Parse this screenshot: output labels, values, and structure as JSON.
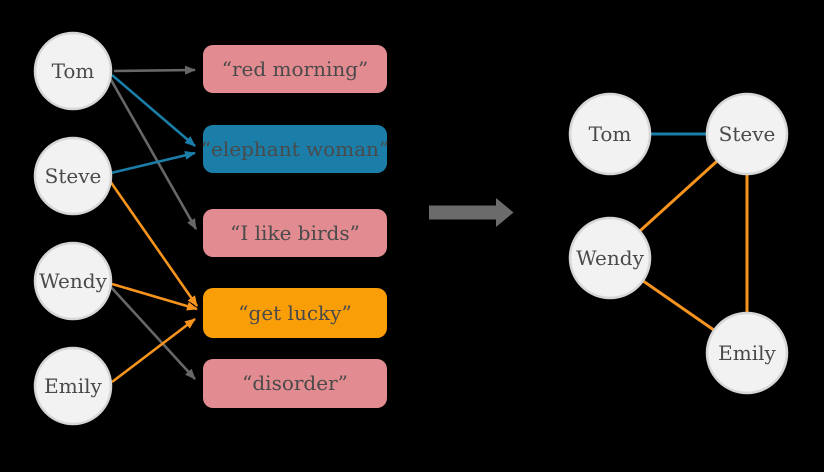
{
  "background": "#000000",
  "colors": {
    "pink": "#E28B90",
    "blue": "#1B7EA8",
    "orange": "#F99E07",
    "edge_gray": "#676767",
    "edge_blue": "#1B7EA8",
    "edge_orange": "#F7941E",
    "big_arrow": "#6B6B6B",
    "node_fill": "#F2F2F2",
    "node_stroke": "#D6D6D6",
    "text": "#4A4A4A"
  },
  "left_graph": {
    "people": [
      {
        "label": "Tom"
      },
      {
        "label": "Steve"
      },
      {
        "label": "Wendy"
      },
      {
        "label": "Emily"
      }
    ],
    "songs": [
      {
        "label": "“red morning”",
        "highlight": "none"
      },
      {
        "label": "“elephant woman”",
        "highlight": "shared-by-two"
      },
      {
        "label": "“I like birds”",
        "highlight": "none"
      },
      {
        "label": "“get lucky”",
        "highlight": "shared-by-three"
      },
      {
        "label": "“disorder”",
        "highlight": "none"
      }
    ],
    "likes": [
      {
        "person": "Tom",
        "song": "“red morning”",
        "edge_color": "gray"
      },
      {
        "person": "Tom",
        "song": "“elephant woman”",
        "edge_color": "blue"
      },
      {
        "person": "Tom",
        "song": "“I like birds”",
        "edge_color": "gray"
      },
      {
        "person": "Steve",
        "song": "“elephant woman”",
        "edge_color": "blue"
      },
      {
        "person": "Steve",
        "song": "“get lucky”",
        "edge_color": "orange"
      },
      {
        "person": "Wendy",
        "song": "“get lucky”",
        "edge_color": "orange"
      },
      {
        "person": "Wendy",
        "song": "“disorder”",
        "edge_color": "gray"
      },
      {
        "person": "Emily",
        "song": "“get lucky”",
        "edge_color": "orange"
      }
    ]
  },
  "result_graph": {
    "people": [
      {
        "label": "Tom"
      },
      {
        "label": "Steve"
      },
      {
        "label": "Wendy"
      },
      {
        "label": "Emily"
      }
    ],
    "edges": [
      {
        "from": "Tom",
        "to": "Steve",
        "color": "blue"
      },
      {
        "from": "Steve",
        "to": "Wendy",
        "color": "orange"
      },
      {
        "from": "Steve",
        "to": "Emily",
        "color": "orange"
      },
      {
        "from": "Wendy",
        "to": "Emily",
        "color": "orange"
      }
    ]
  }
}
